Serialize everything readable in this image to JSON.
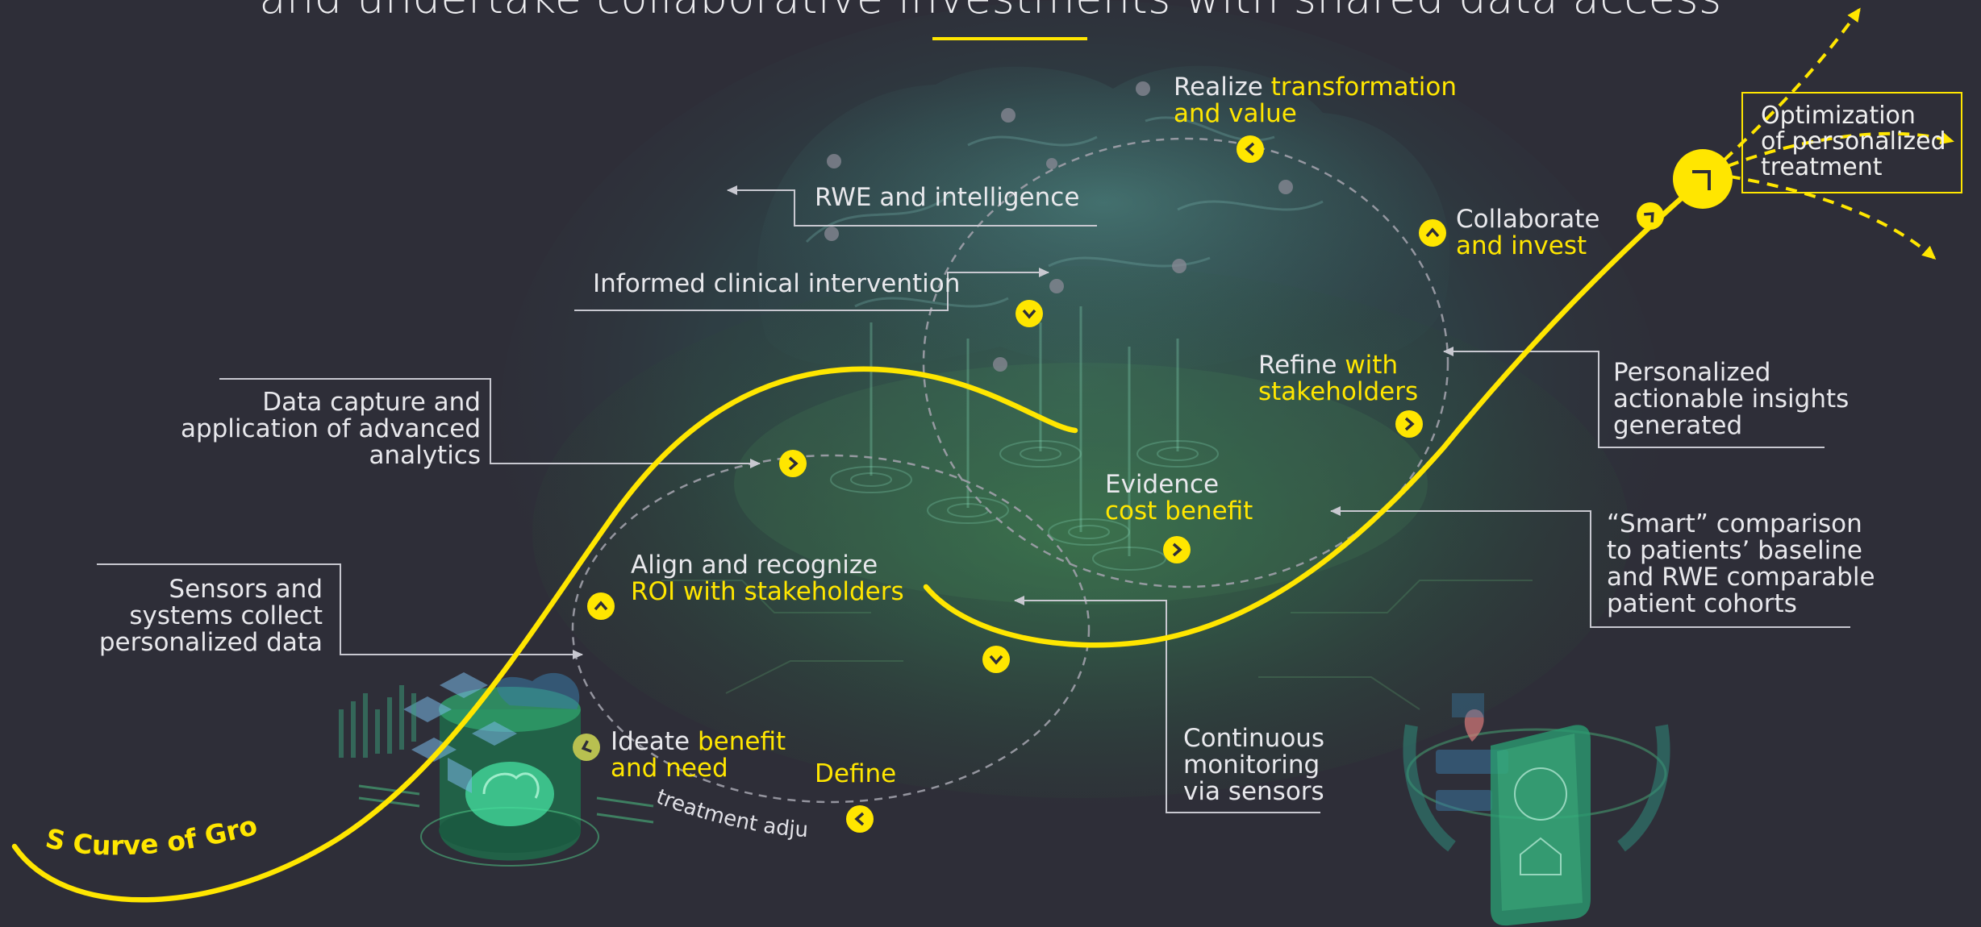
{
  "title": "and undertake collaborative investments with shared data access",
  "colors": {
    "background": "#2e2e38",
    "accent": "#ffe600",
    "text": "#e8e8ec",
    "connector": "#c8c8d0"
  },
  "curve_label": "S Curve of Growth",
  "outcome_box": {
    "line1": "Optimization",
    "line2": "of personalized",
    "line3": "treatment"
  },
  "left_labels": {
    "rwe": "RWE and intelligence",
    "informed": "Informed clinical intervention",
    "data_capture": {
      "line1": "Data capture and",
      "line2": "application of advanced",
      "line3": "analytics"
    },
    "sensors": {
      "line1": "Sensors and",
      "line2": "systems collect",
      "line3": "personalized data"
    }
  },
  "right_labels": {
    "personalized": {
      "line1": "Personalized",
      "line2": "actionable insights",
      "line3": "generated"
    },
    "smart": {
      "line1": "“Smart” comparison",
      "line2": "to patients’ baseline",
      "line3": "and RWE comparable",
      "line4": "patient cohorts"
    },
    "continuous": {
      "line1": "Continuous",
      "line2": "monitoring",
      "line3": "via sensors"
    }
  },
  "cycle_stages": {
    "realize": {
      "a": "Realize ",
      "b": "transformation",
      "c": "and value"
    },
    "collaborate": {
      "a": "Collaborate",
      "b": "and invest"
    },
    "refine": {
      "a": "Refine ",
      "b": "with",
      "c": "stakeholders"
    },
    "evidence": {
      "a": "Evidence",
      "b": "cost benefit"
    },
    "align": {
      "a": "Align and recognize",
      "b": "ROI with stakeholders"
    },
    "ideate": {
      "a": "Ideate ",
      "b": "benefit",
      "c": "and need"
    },
    "define": "Define",
    "treatment": "treatment adjust"
  }
}
